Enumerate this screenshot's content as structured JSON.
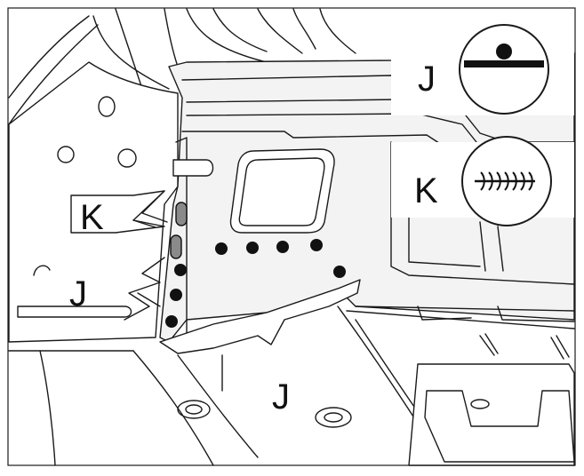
{
  "labels": {
    "k_left": "K",
    "j_left": "J",
    "j_bottom": "J"
  },
  "legend": [
    {
      "letter": "J",
      "icon": "spot-weld-symbol"
    },
    {
      "letter": "K",
      "icon": "seam-weld-symbol"
    }
  ],
  "colors": {
    "line": "#1a1a1a",
    "weld": "#111111",
    "seam_fill": "#8a8a8a"
  }
}
